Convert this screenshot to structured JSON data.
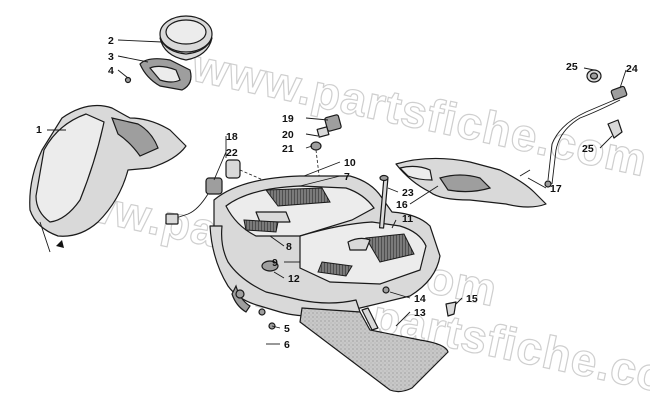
{
  "watermark": "www.partsfiche.com",
  "callouts": [
    {
      "id": "1",
      "label": "1"
    },
    {
      "id": "2",
      "label": "2"
    },
    {
      "id": "3",
      "label": "3"
    },
    {
      "id": "4",
      "label": "4"
    },
    {
      "id": "5",
      "label": "5"
    },
    {
      "id": "6",
      "label": "6"
    },
    {
      "id": "7",
      "label": "7"
    },
    {
      "id": "8",
      "label": "8"
    },
    {
      "id": "9",
      "label": "9"
    },
    {
      "id": "10",
      "label": "10"
    },
    {
      "id": "11",
      "label": "11"
    },
    {
      "id": "12",
      "label": "12"
    },
    {
      "id": "13",
      "label": "13"
    },
    {
      "id": "14",
      "label": "14"
    },
    {
      "id": "15",
      "label": "15"
    },
    {
      "id": "16",
      "label": "16"
    },
    {
      "id": "17",
      "label": "17"
    },
    {
      "id": "18",
      "label": "18"
    },
    {
      "id": "19",
      "label": "19"
    },
    {
      "id": "20",
      "label": "20"
    },
    {
      "id": "21",
      "label": "21"
    },
    {
      "id": "22",
      "label": "22"
    },
    {
      "id": "23",
      "label": "23"
    },
    {
      "id": "24",
      "label": "24"
    },
    {
      "id": "25a",
      "label": "25"
    },
    {
      "id": "25b",
      "label": "25"
    }
  ]
}
